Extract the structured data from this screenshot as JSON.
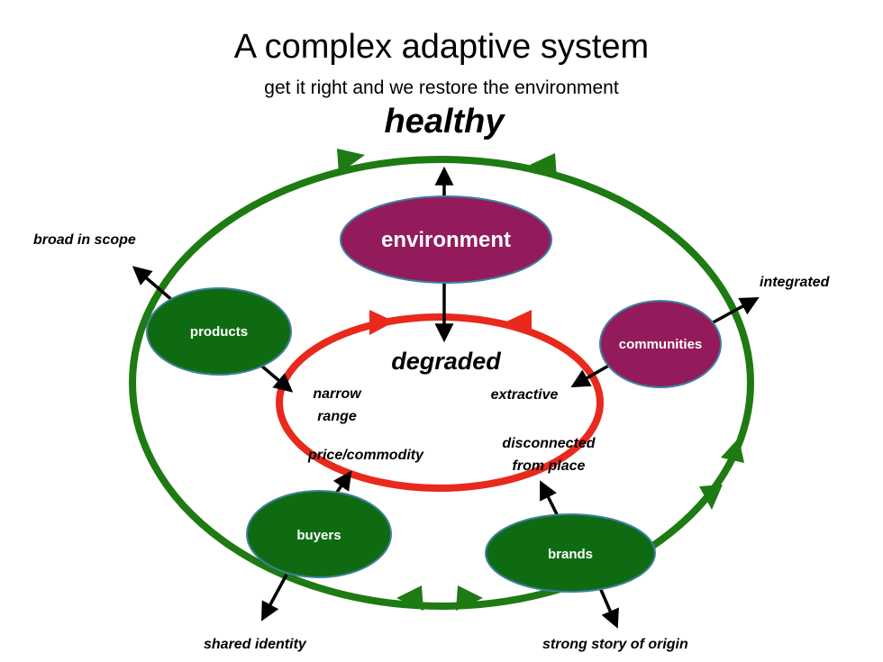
{
  "header": {
    "title": "A complex adaptive system",
    "subtitle": "get it right and we restore the environment"
  },
  "states": {
    "healthy": "healthy",
    "degraded": "degraded"
  },
  "nodes": {
    "environment": "environment",
    "products": "products",
    "communities": "communities",
    "buyers": "buyers",
    "brands": "brands"
  },
  "outer_labels": {
    "broad_in_scope": "broad in scope",
    "integrated": "integrated",
    "shared_identity": "shared identity",
    "strong_story": "strong story of origin"
  },
  "inner_labels": {
    "narrow_line1": "narrow",
    "narrow_line2": "range",
    "extractive": "extractive",
    "price_commodity": "price/commodity",
    "disconnected_line1": "disconnected",
    "disconnected_line2": "from place"
  },
  "colors": {
    "outer_cycle": "#1e7a12",
    "inner_cycle": "#e8291c",
    "green_node": "#0f6b12",
    "purple_node": "#931b5b",
    "node_border": "#3f7f9f",
    "arrow": "#000000"
  }
}
